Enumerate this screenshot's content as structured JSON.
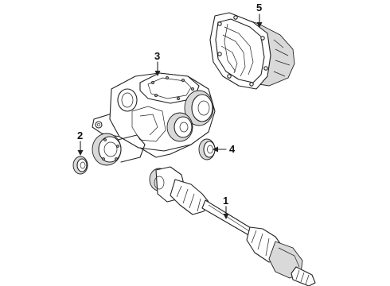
{
  "callouts": {
    "c1": "1",
    "c2": "2",
    "c3": "3",
    "c4": "4",
    "c5": "5"
  },
  "parts": [
    {
      "callout": "1",
      "icon": "drive-axle-shaft-icon"
    },
    {
      "callout": "2",
      "icon": "axle-seal-icon"
    },
    {
      "callout": "3",
      "icon": "differential-carrier-icon"
    },
    {
      "callout": "4",
      "icon": "side-seal-icon"
    },
    {
      "callout": "5",
      "icon": "differential-cover-icon"
    }
  ]
}
